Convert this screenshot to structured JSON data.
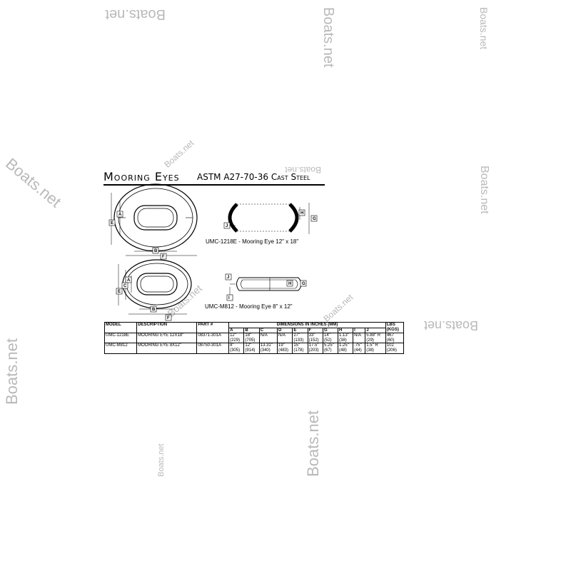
{
  "watermark_text": "Boats.net",
  "title": {
    "main": "Mooring Eyes",
    "spec": "ASTM A27-70-36 Cast Steel"
  },
  "figures": [
    {
      "caption": "UMC-1218E - Mooring Eye 12\" x 18\""
    },
    {
      "caption": "UMC-M812 - Mooring Eye 8\" x 12\""
    }
  ],
  "dimension_labels": {
    "fig1_front": [
      "A",
      "E",
      "B",
      "F"
    ],
    "fig1_side": [
      "J",
      "H",
      "G"
    ],
    "fig2_front": [
      "A",
      "C",
      "E",
      "B",
      "F"
    ],
    "fig2_side": [
      "J",
      "H",
      "G",
      "I"
    ]
  },
  "table": {
    "headers": {
      "model": "MODEL",
      "description": "DESCRIPTION",
      "part": "PART #",
      "dimensions": "DIMENSIONS IN INCHES (MM)",
      "lbs_line1": "LBS",
      "lbs_line2": "(KGS)"
    },
    "dim_columns": [
      "A",
      "B",
      "C",
      "D",
      "E",
      "F",
      "G",
      "H",
      "I",
      "J"
    ],
    "rows": [
      {
        "model": "UMC-1218E",
        "description": "MOORING EYE 12X18\"",
        "part": "08371-301A",
        "dims": [
          [
            "12\"",
            "(229)"
          ],
          [
            "18\"",
            "(705)"
          ],
          [
            "N/A",
            ""
          ],
          [
            "N/A",
            ""
          ],
          [
            "27\"",
            "(133)"
          ],
          [
            "33\"",
            "(152)"
          ],
          [
            "14\"",
            "(52)"
          ],
          [
            "1.13\"",
            "(38)"
          ],
          [
            "N/A",
            ""
          ],
          [
            "5.88\" R",
            "(29)"
          ]
        ],
        "lbs": [
          "467",
          "(60)"
        ]
      },
      {
        "model": "UMC-M812",
        "description": "MOORING EYE 8X12\"",
        "part": "08750-301A",
        "dims": [
          [
            "8\"",
            "(305)"
          ],
          [
            "12\"",
            "(914)"
          ],
          [
            "13.31\"",
            "(340)"
          ],
          [
            "19\"",
            "(483)"
          ],
          [
            "15\"",
            "(178)"
          ],
          [
            "17.5\"",
            "(203)"
          ],
          [
            "5.25\"",
            "(67)"
          ],
          [
            "1.25\"",
            "(48)"
          ],
          [
            ".75\"",
            "(44)"
          ],
          [
            "1.5\" R",
            "(38)"
          ]
        ],
        "lbs": [
          "102",
          "(206)"
        ]
      }
    ]
  }
}
